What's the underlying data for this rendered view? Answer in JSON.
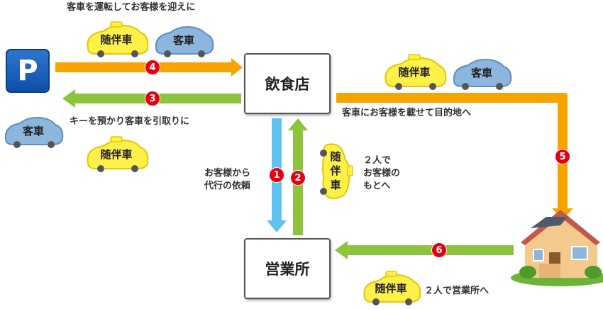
{
  "parking": {
    "label": "P"
  },
  "nodes": {
    "restaurant": "飲食店",
    "office": "営業所"
  },
  "labels": {
    "step4": "客車を運転してお客様を迎えに",
    "step3": "キーを預かり客車を引取りに",
    "step1": [
      "お客様から",
      "代行の依頼"
    ],
    "step2": [
      "２人で",
      "お客様の",
      "もとへ"
    ],
    "step5": "客車にお客様を載せて目的地へ",
    "step6": "２人で営業所へ"
  },
  "cars": {
    "escort": "随伴車",
    "customer": "客車",
    "escort_vertical": [
      "随",
      "伴",
      "車"
    ]
  },
  "badges": [
    "4",
    "3",
    "1",
    "2",
    "5",
    "6"
  ],
  "colors": {
    "orange": "#f7a400",
    "green": "#8cc43c",
    "blue": "#5ec3f0",
    "badge": "#e60012",
    "yellow_car": "#fff04a",
    "blue_car": "#8cb6dd"
  }
}
